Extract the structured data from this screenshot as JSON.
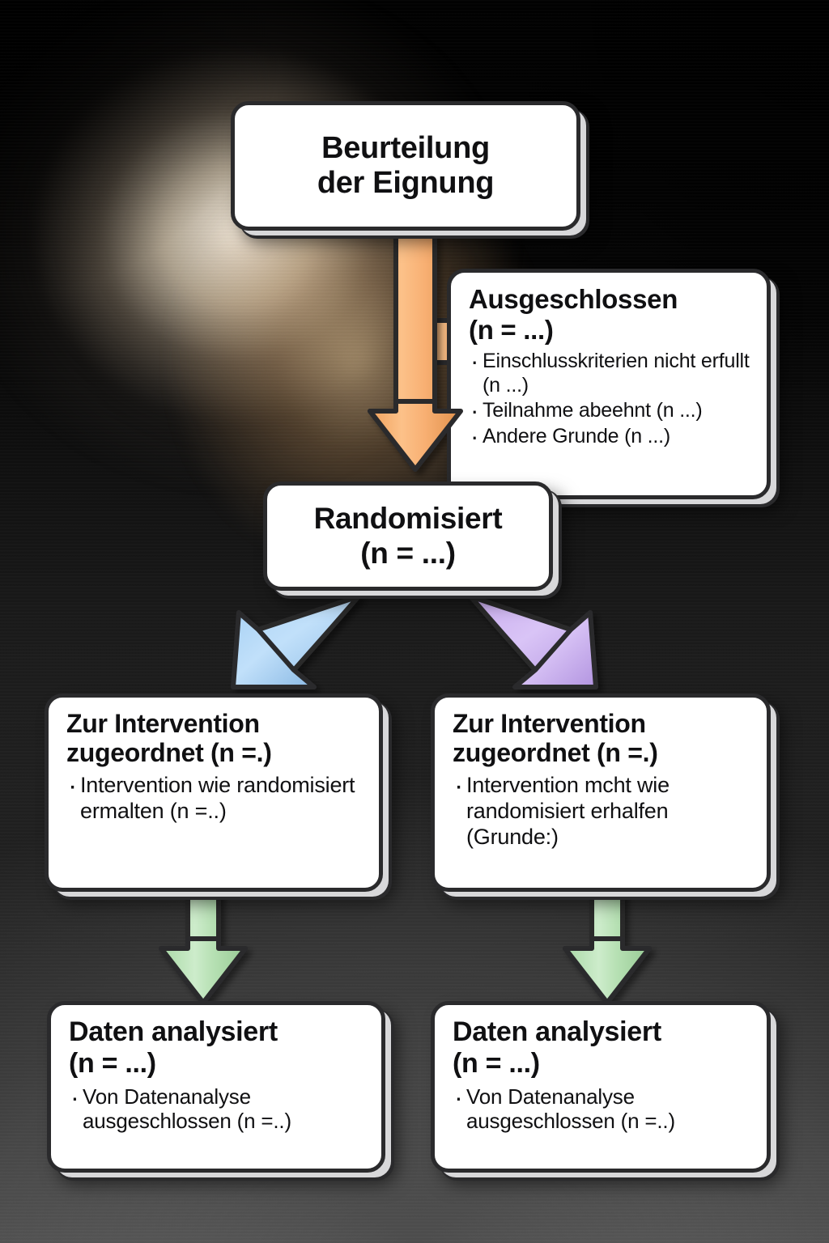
{
  "diagram": {
    "title": "CONSORT Flussdiagramm",
    "language": "de",
    "colors": {
      "box_fill": "#ffffff",
      "box_border": "#2a2a2c",
      "arrow_excluded": "#f5ad6a",
      "arrow_allocation_left": "#9ec8ee",
      "arrow_allocation_right": "#c4a8e8",
      "arrow_analysis": "#b3dfb0",
      "background_dark": "#000000",
      "background_light": "#9a9a9a"
    }
  },
  "nodes": {
    "eligibility": {
      "title": "Beurteilung\nder Eignung"
    },
    "excluded": {
      "title": "Ausgeschlossen",
      "count": "(n = ...)",
      "bullets": [
        "Einschlusskriterien nicht erfullt (n ...)",
        "Teilnahme abeehnt (n ...)",
        "Andere Grunde (n ...)"
      ]
    },
    "randomised": {
      "title": "Randomisiert",
      "count": "(n = ...)"
    },
    "allocation_left": {
      "title": "Zur Intervention zugeordnet (n =.)",
      "bullets": [
        "Intervention wie randomisiert ermalten (n =..)"
      ]
    },
    "allocation_right": {
      "title": "Zur Intervention zugeordnet (n =.)",
      "bullets": [
        "Intervention mcht wie randomisiert erhalfen (Grunde:)"
      ]
    },
    "analysed_left": {
      "title": "Daten analysiert",
      "count": "(n = ...)",
      "bullets": [
        "Von Datenanalyse ausgeschlossen (n =..)"
      ]
    },
    "analysed_right": {
      "title": "Daten analysiert",
      "count": "(n = ...)",
      "bullets": [
        "Von Datenanalyse ausgeschlossen (n =..)"
      ]
    }
  },
  "arrows": [
    {
      "name": "eligibility-to-randomised",
      "color": "#f5ad6a",
      "direction": "down"
    },
    {
      "name": "eligibility-to-excluded",
      "color": "#f5ad6a",
      "direction": "right"
    },
    {
      "name": "randomised-to-allocation-left",
      "color": "#9ec8ee",
      "direction": "down-left"
    },
    {
      "name": "randomised-to-allocation-right",
      "color": "#c4a8e8",
      "direction": "down-right"
    },
    {
      "name": "allocation-left-to-analysed-left",
      "color": "#b3dfb0",
      "direction": "down"
    },
    {
      "name": "allocation-right-to-analysed-right",
      "color": "#b3dfb0",
      "direction": "down"
    }
  ]
}
